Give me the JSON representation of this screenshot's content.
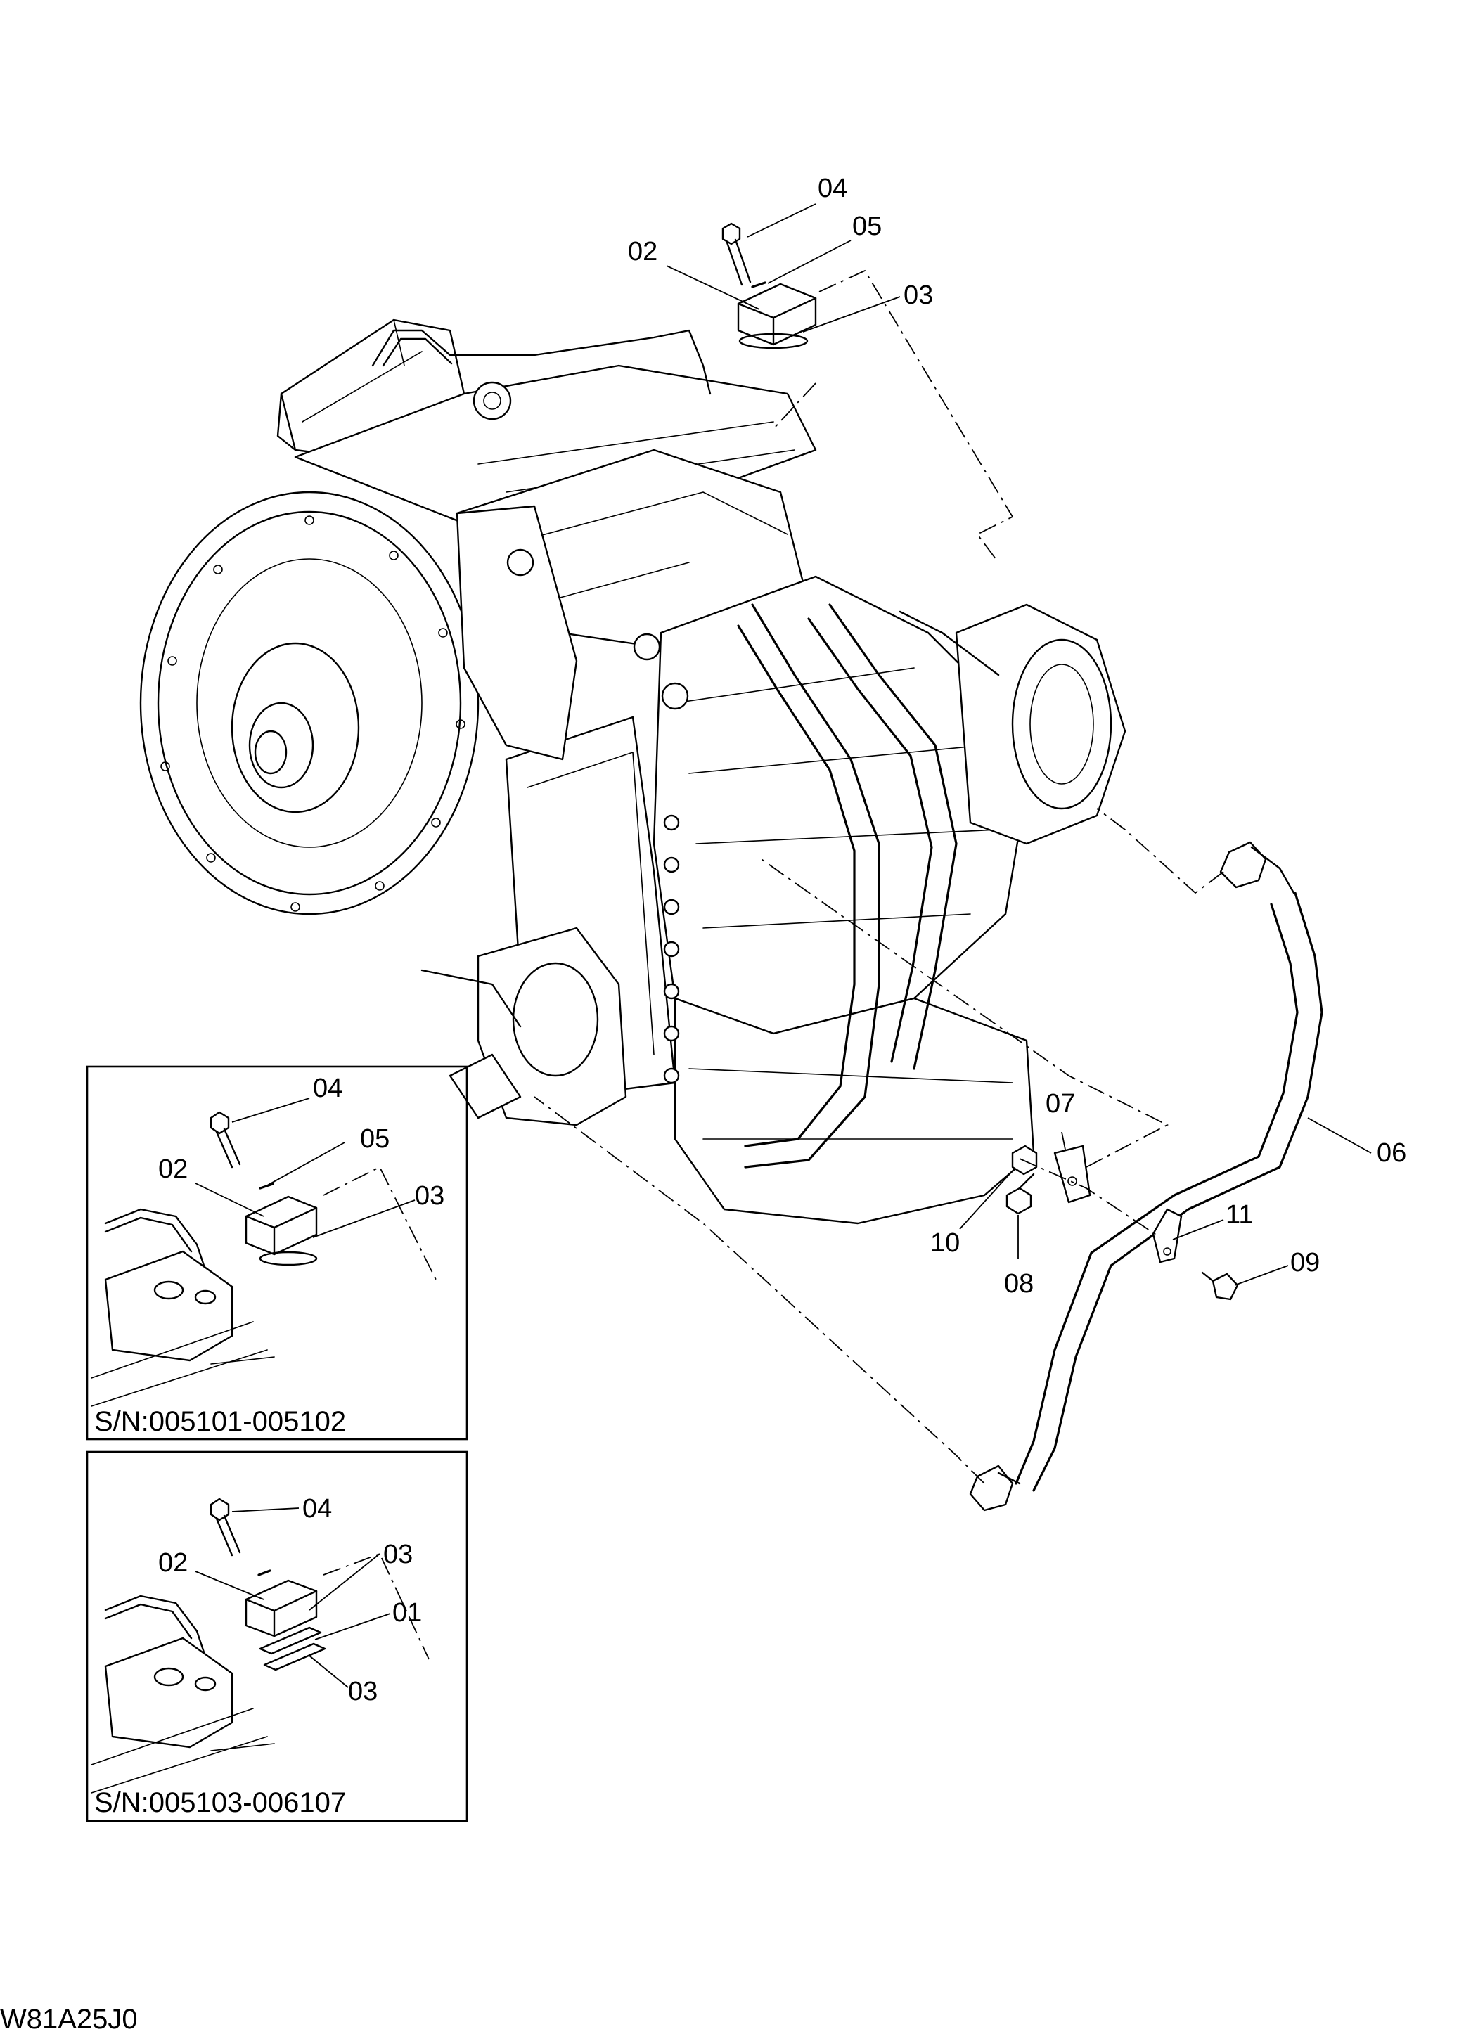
{
  "callouts": {
    "main": {
      "c04": "04",
      "c05": "05",
      "c02": "02",
      "c03": "03",
      "c06": "06",
      "c07": "07",
      "c10": "10",
      "c08": "08",
      "c11": "11",
      "c09": "09"
    },
    "inset1": {
      "c04": "04",
      "c05": "05",
      "c02": "02",
      "c03": "03"
    },
    "inset2": {
      "c04": "04",
      "c02": "02",
      "c03a": "03",
      "c01": "01",
      "c03b": "03"
    }
  },
  "insets": {
    "first_serial": "S/N:005101-005102",
    "second_serial": "S/N:005103-006107"
  },
  "drawing_code": "W81A25J0"
}
